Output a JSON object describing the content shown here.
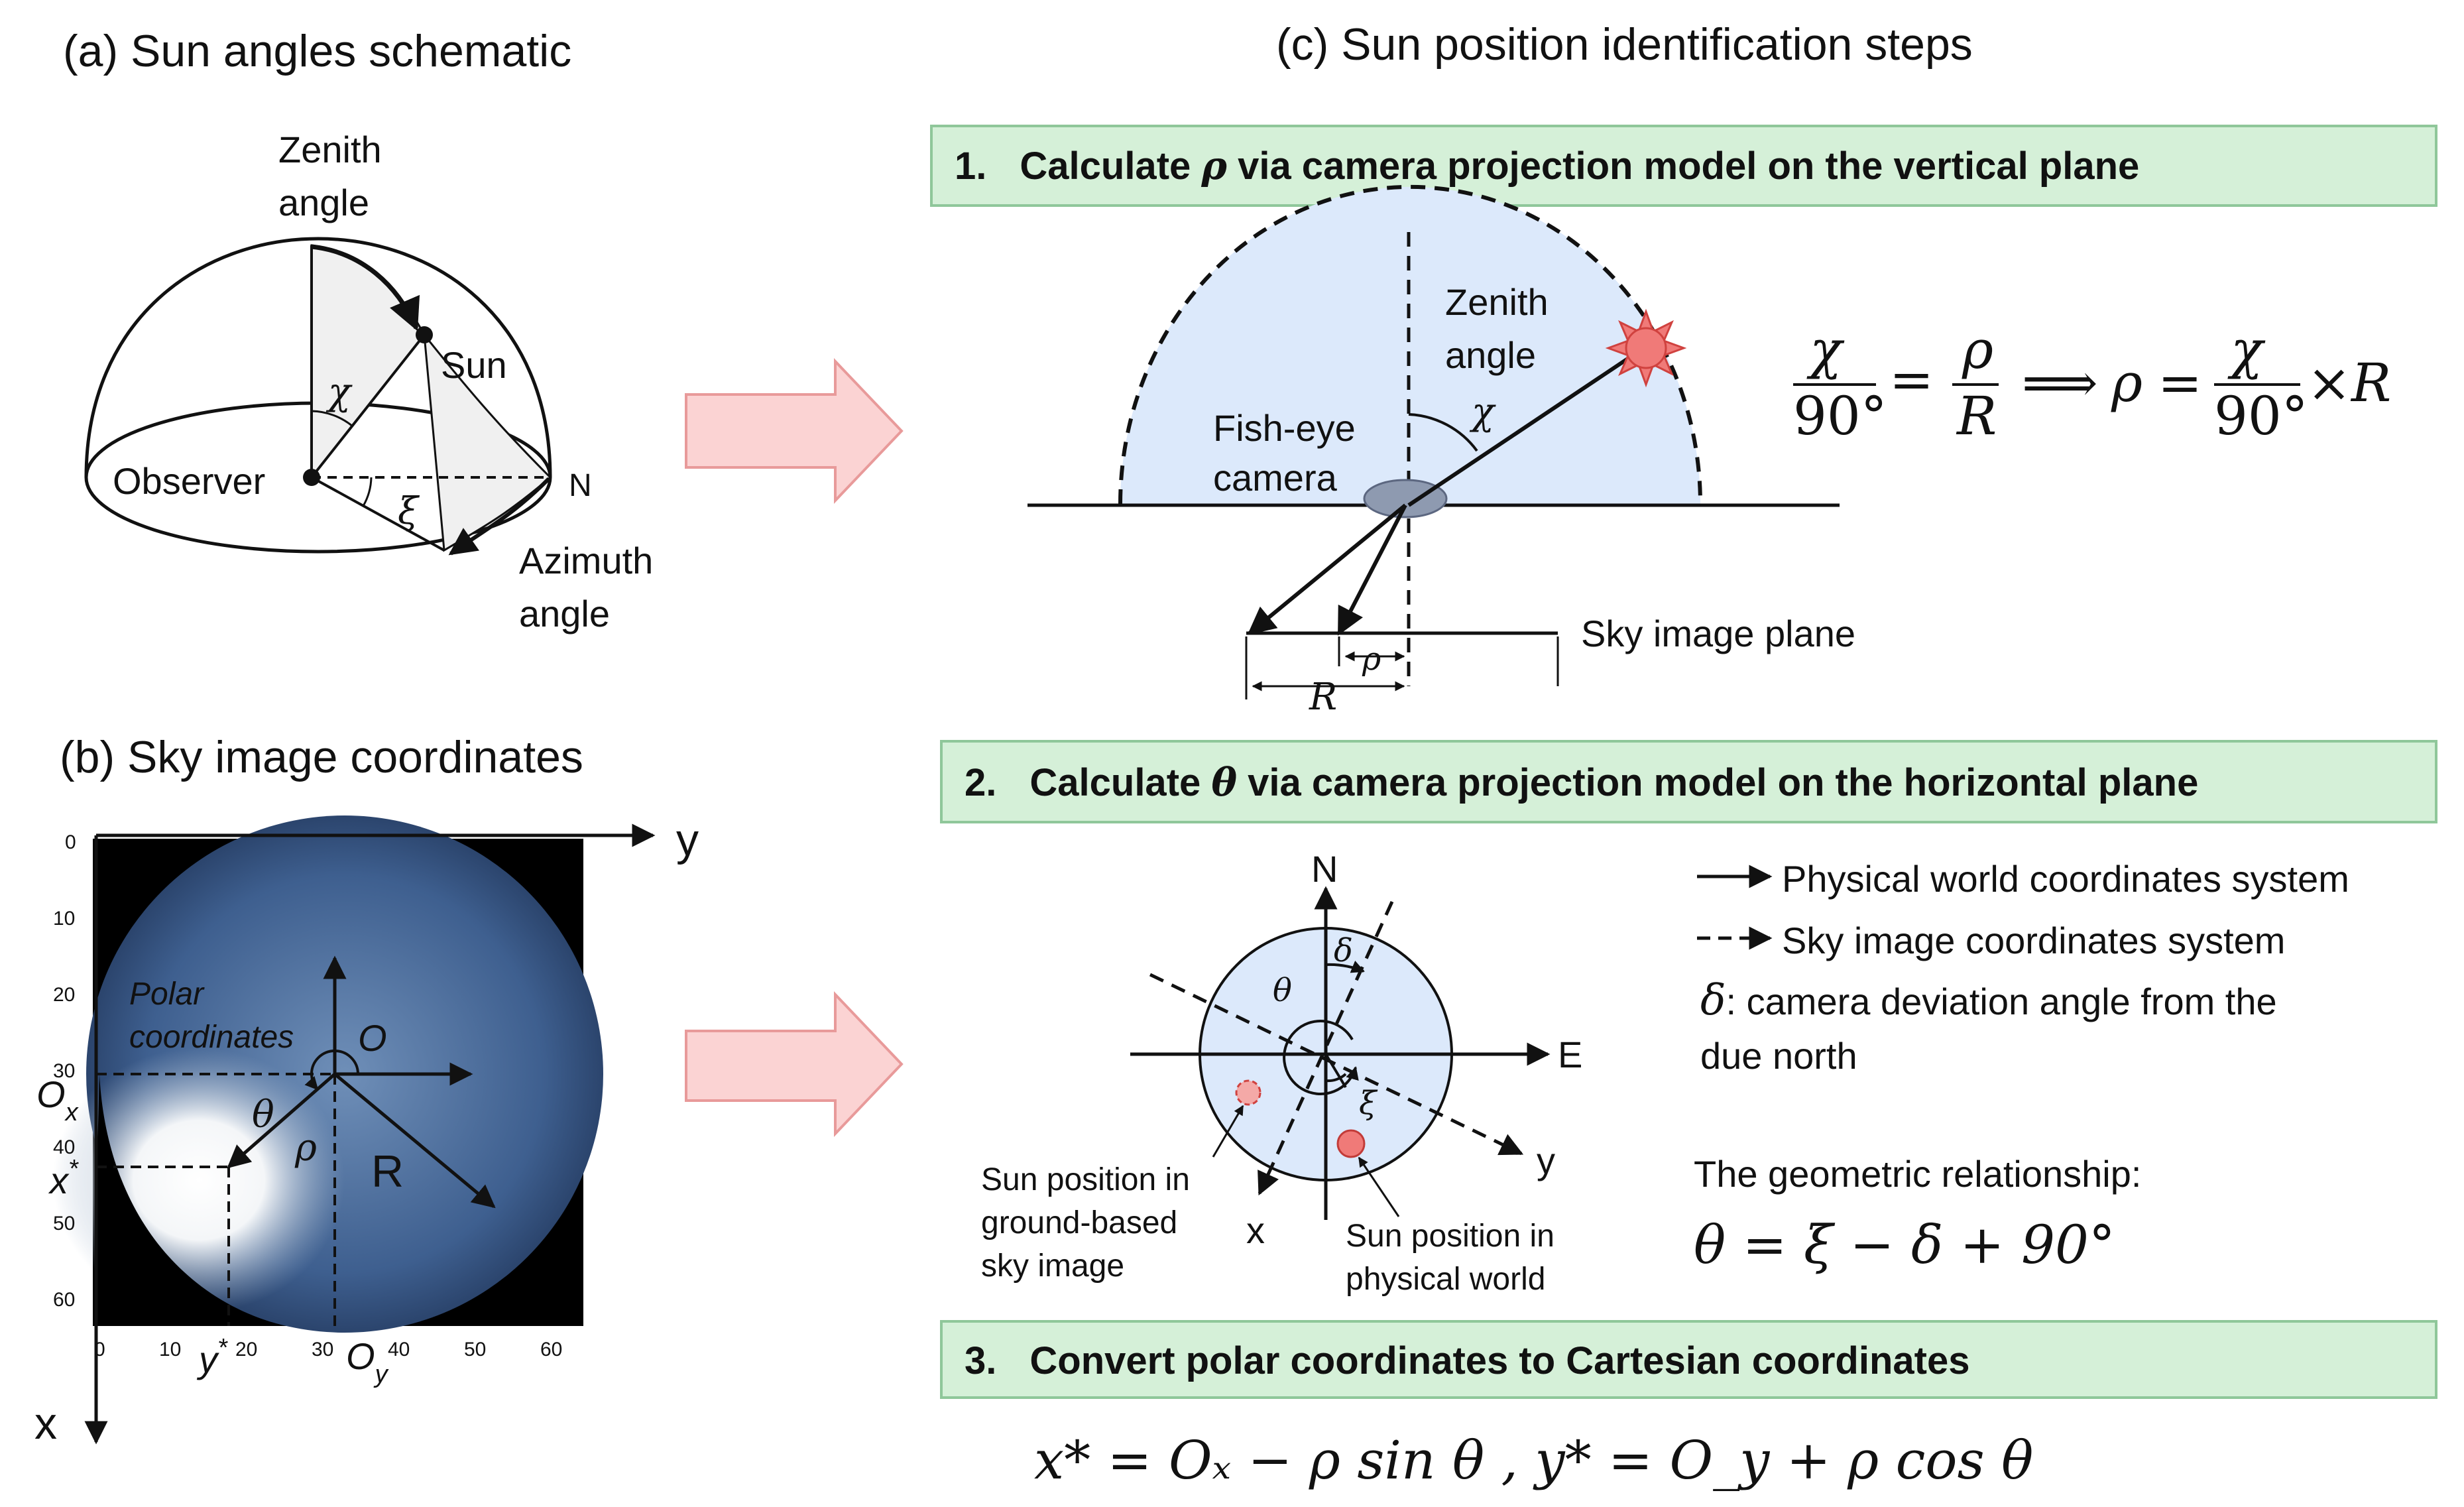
{
  "panel_a": {
    "title": "(a) Sun angles schematic",
    "zenith_line1": "Zenith",
    "zenith_line2": "angle",
    "sun": "Sun",
    "observer": "Observer",
    "north": "N",
    "azimuth_line1": "Azimuth",
    "azimuth_line2": "angle",
    "chi": "χ",
    "xi": "ξ"
  },
  "panel_b": {
    "title": "(b) Sky image coordinates",
    "axis_y": "y",
    "axis_x": "x",
    "polar_line1": "Polar",
    "polar_line2": "coordinates",
    "origin": "O",
    "theta": "θ",
    "rho": "ρ",
    "radius": "R",
    "ox": "O",
    "ox_sub": "x",
    "xstar": "x",
    "oy": "O",
    "oy_sub": "y",
    "ystar": "y",
    "star": "*",
    "yticks": [
      "0",
      "10",
      "20",
      "30",
      "40",
      "50",
      "60"
    ],
    "xticks": [
      "0",
      "10",
      "20",
      "30",
      "40",
      "50",
      "60"
    ]
  },
  "panel_c": {
    "title": "(c) Sun position identification steps",
    "step1_num": "1.",
    "step1_pre": "Calculate ",
    "step1_sym": "ρ",
    "step1_post": " via camera projection model on the vertical plane",
    "zenith_line1": "Zenith",
    "zenith_line2": "angle",
    "chi": "χ",
    "fisheye_line1": "Fish-eye",
    "fisheye_line2": "camera",
    "sky_plane": "Sky image plane",
    "rho": "ρ",
    "radius": "R",
    "eq1": {
      "chi": "χ",
      "deg90": "90°",
      "eq": "=",
      "rho": "ρ",
      "R": "R",
      "implies": "⟹",
      "times_R": "×R"
    },
    "step2_num": "2.",
    "step2_pre": "Calculate ",
    "step2_sym": "θ",
    "step2_post": " via camera projection model on the horizontal plane",
    "compass_n": "N",
    "compass_e": "E",
    "compass_x": "x",
    "compass_y": "y",
    "delta": "δ",
    "theta": "θ",
    "xi": "ξ",
    "sun_image_line1": "Sun position in",
    "sun_image_line2": "ground-based",
    "sun_image_line3": "sky image",
    "sun_world_line1": "Sun position in",
    "sun_world_line2": "physical world",
    "legend_physical": "Physical world coordinates system",
    "legend_sky": "Sky image coordinates system",
    "delta_def_sym": "δ",
    "delta_def_line1": ": camera deviation angle from the",
    "delta_def_line2": "due north",
    "geom_rel": "The geometric relationship:",
    "eq2": "θ = ξ − δ + 90°",
    "step3_num": "3.",
    "step3_text": "Convert polar coordinates to Cartesian coordinates",
    "eq3": "x* = Oₓ − ρ sin θ , y* = O_y + ρ cos θ"
  },
  "colors": {
    "step_box_fill": "#d5f0d8",
    "step_box_stroke": "#8fc79a",
    "arrow_fill": "#fbd3d3",
    "arrow_stroke": "#e89a9a",
    "sky_fill": "#dce9fb",
    "sun_fill": "#f07a78",
    "ground_gray": "#f0f0f0"
  }
}
